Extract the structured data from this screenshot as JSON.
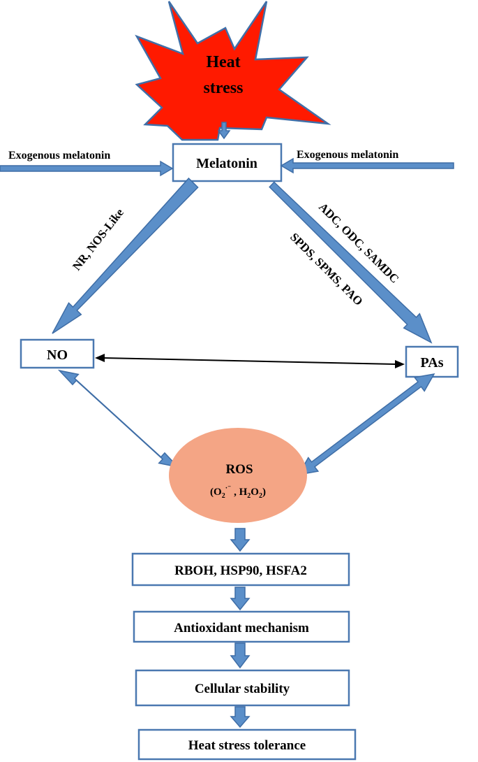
{
  "colors": {
    "arrow_fill": "#5B8FC9",
    "arrow_stroke": "#3E6DA6",
    "box_border": "#4A78B0",
    "starburst_fill": "#FF1A00",
    "starburst_stroke": "#3F6FA8",
    "ros_fill": "#F4A585",
    "text": "#000000"
  },
  "heat_stress": {
    "line1": "Heat",
    "line2": "stress"
  },
  "melatonin": {
    "label": "Melatonin"
  },
  "exogenous": {
    "left_label": "Exogenous melatonin",
    "right_label": "Exogenous melatonin"
  },
  "edges": {
    "no_enzymes": "NR, NOS-Like",
    "pa_enzymes_line1": "ADC, ODC, SAMDC",
    "pa_enzymes_line2": "SPDS, SPMS, PAO"
  },
  "no_node": {
    "label": "NO"
  },
  "pas_node": {
    "label": "PAs"
  },
  "ros": {
    "label": "ROS"
  },
  "flow": [
    {
      "id": "rboh",
      "label": "RBOH, HSP90, HSFA2"
    },
    {
      "id": "antioxidant",
      "label": "Antioxidant mechanism"
    },
    {
      "id": "cellular",
      "label": "Cellular stability"
    },
    {
      "id": "tolerance",
      "label": "Heat stress tolerance"
    }
  ]
}
